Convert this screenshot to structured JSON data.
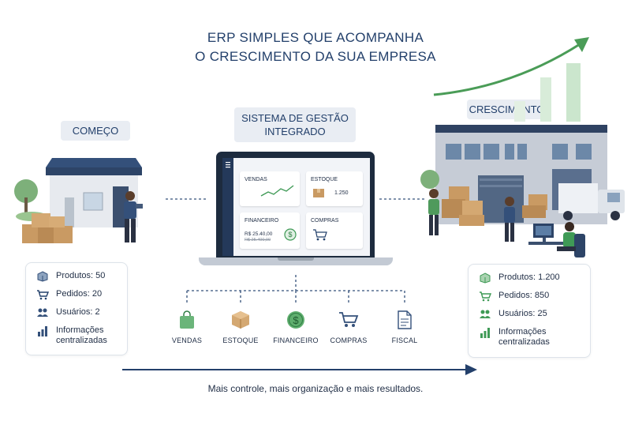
{
  "title": {
    "line1": "ERP SIMPLES QUE ACOMPANHA",
    "line2": "O CRESCIMENTO DA SUA EMPRESA"
  },
  "stages": {
    "start": "COMEÇO",
    "system_line1": "SISTEMA DE GESTÃO",
    "system_line2": "INTEGRADO",
    "growth": "CRESCIMENTO"
  },
  "dashboard": {
    "sales": "VENDAS",
    "stock": "ESTOQUE",
    "stock_value": "1.250",
    "finance": "FINANCEIRO",
    "finance_value": "R$ 25.40,00",
    "finance_old": "R$ 25.400,00",
    "purchases": "COMPRAS"
  },
  "start_stats": [
    {
      "icon": "box-icon",
      "text": "Produtos: 50"
    },
    {
      "icon": "cart-icon",
      "text": "Pedidos: 20"
    },
    {
      "icon": "users-icon",
      "text": "Usuários: 2"
    },
    {
      "icon": "bar-chart-icon",
      "text": "Informações centralizadas"
    }
  ],
  "growth_stats": [
    {
      "icon": "box-icon",
      "text": "Produtos: 1.200"
    },
    {
      "icon": "cart-icon",
      "text": "Pedidos: 850"
    },
    {
      "icon": "users-icon",
      "text": "Usuários: 25"
    },
    {
      "icon": "bar-chart-icon",
      "text": "Informações centralizadas"
    }
  ],
  "modules": [
    {
      "icon": "shopping-bag-icon",
      "label": "VENDAS"
    },
    {
      "icon": "box-icon",
      "label": "ESTOQUE"
    },
    {
      "icon": "dollar-icon",
      "label": "FINANCEIRO"
    },
    {
      "icon": "cart-icon",
      "label": "COMPRAS"
    },
    {
      "icon": "document-icon",
      "label": "FISCAL"
    }
  ],
  "footer": "Mais controle, mais organização e mais resultados.",
  "colors": {
    "navy": "#23406b",
    "green": "#3f9a56",
    "box": "#c99a63",
    "building": "#7c8799"
  }
}
